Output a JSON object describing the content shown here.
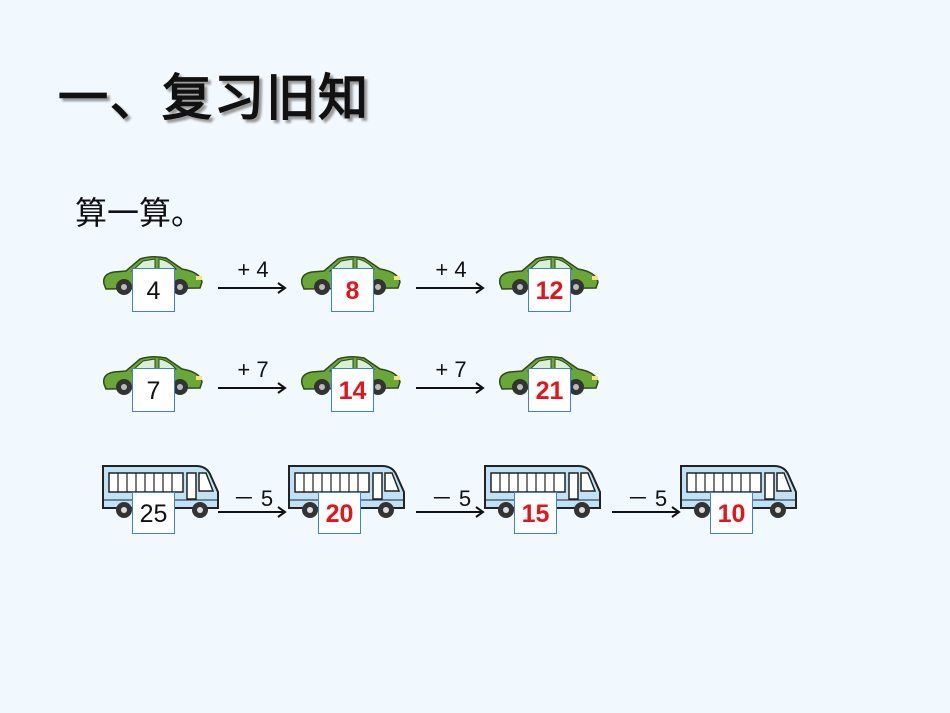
{
  "heading": "一、复习旧知",
  "instruction": "算一算。",
  "rows": [
    {
      "vehicle": "car-icon",
      "values": [
        "4",
        "8",
        "12"
      ],
      "operations": [
        "+ 4",
        "+ 4"
      ]
    },
    {
      "vehicle": "car-icon",
      "values": [
        "7",
        "14",
        "21"
      ],
      "operations": [
        "+ 7",
        "+ 7"
      ]
    },
    {
      "vehicle": "bus-icon",
      "values": [
        "25",
        "20",
        "15",
        "10"
      ],
      "operations": [
        "－ 5",
        "－ 5",
        "－ 5"
      ]
    }
  ],
  "colors": {
    "background": "#f1f8fe",
    "car_body": "#6aa739",
    "bus_body": "#bfe2f7",
    "box_border": "#3c82d6",
    "answer_text": "#e3141a"
  }
}
